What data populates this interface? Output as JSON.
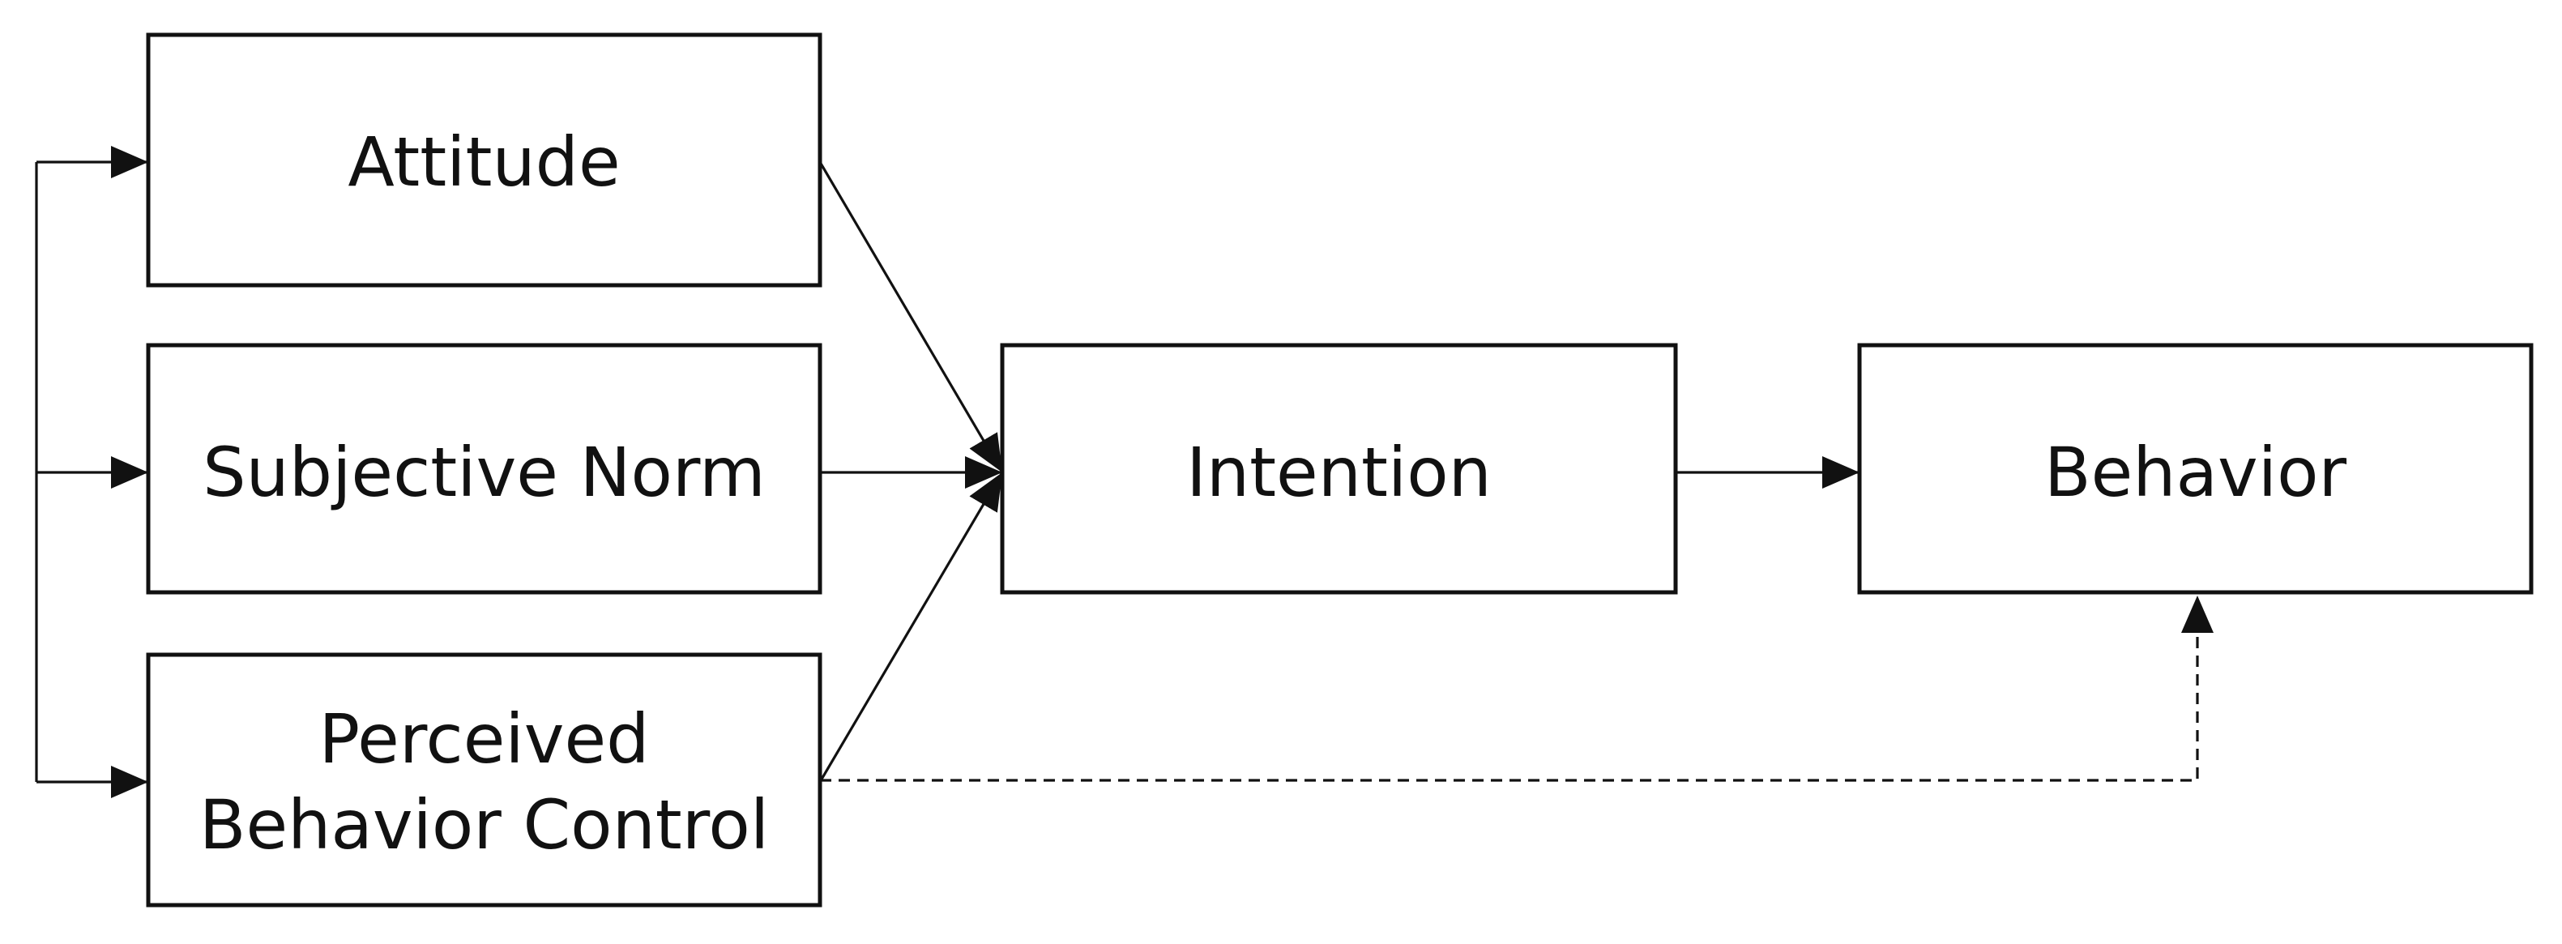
{
  "diagram": {
    "type": "flow",
    "nodes": {
      "attitude": {
        "label": "Attitude"
      },
      "subjective_norm": {
        "label": "Subjective Norm"
      },
      "perceived_behavior_control": {
        "label_line1": "Perceived",
        "label_line2": "Behavior Control"
      },
      "intention": {
        "label": "Intention"
      },
      "behavior": {
        "label": "Behavior"
      }
    },
    "edges": [
      {
        "from": "attitude",
        "to": "intention",
        "style": "solid"
      },
      {
        "from": "subjective_norm",
        "to": "intention",
        "style": "solid"
      },
      {
        "from": "perceived_behavior_control",
        "to": "intention",
        "style": "solid"
      },
      {
        "from": "intention",
        "to": "behavior",
        "style": "solid"
      },
      {
        "from": "perceived_behavior_control",
        "to": "behavior",
        "style": "dashed"
      },
      {
        "from": "left-bracket",
        "to": "attitude",
        "style": "solid"
      },
      {
        "from": "left-bracket",
        "to": "subjective_norm",
        "style": "solid"
      },
      {
        "from": "left-bracket",
        "to": "perceived_behavior_control",
        "style": "solid"
      }
    ],
    "colors": {
      "stroke": "#111111",
      "background": "#ffffff"
    }
  }
}
